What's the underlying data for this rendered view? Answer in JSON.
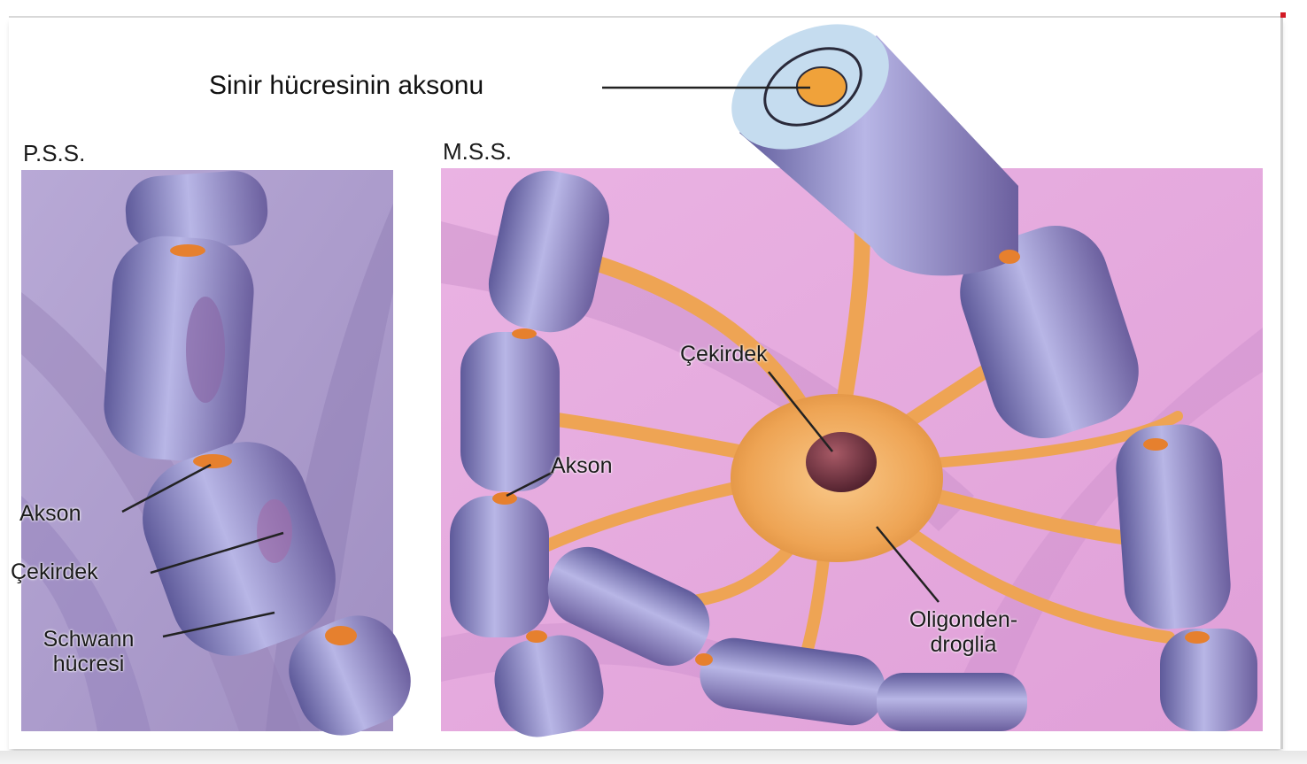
{
  "labels": {
    "top_axon": "Sinir hücresinin aksonu",
    "pss": "P.S.S.",
    "mss": "M.S.S.",
    "pss_akson": "Akson",
    "pss_cekirdek": "Çekirdek",
    "pss_schwann_line1": "Schwann",
    "pss_schwann_line2": "hücresi",
    "mss_cekirdek": "Çekirdek",
    "mss_akson": "Akson",
    "mss_oligo_line1": "Oligonden-",
    "mss_oligo_line2": "droglia"
  },
  "colors": {
    "pss_background": "#a99ac8",
    "mss_background": "#e6a8de",
    "myelin": "#8c86c4",
    "axon": "#f0a23a",
    "oligodendrocyte": "#f3ad5c",
    "nucleus": "#7a3a4a",
    "insulation": "#c5dcef"
  }
}
